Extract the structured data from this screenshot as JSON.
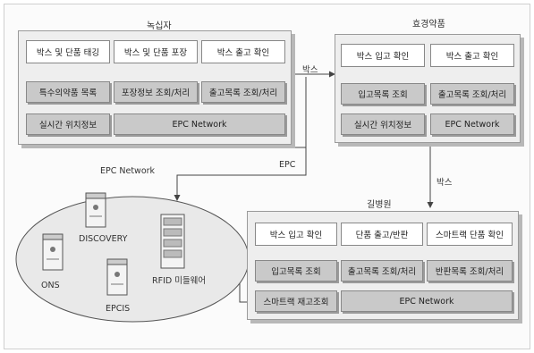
{
  "wholesaler": {
    "title": "녹십자",
    "row1": [
      "박스 및 단품 태깅",
      "박스 및 단품 포장",
      "박스 출고 확인"
    ],
    "row2": [
      "특수의약품 목록",
      "포장정보 조회/처리",
      "출고목록 조회/처리"
    ],
    "row3_left": "실시간 위치정보",
    "row3_right": "EPC Network"
  },
  "pharmacy": {
    "title": "효경약품",
    "row1": [
      "박스 입고 확인",
      "박스 출고 확인"
    ],
    "row2": [
      "입고목록 조회",
      "출고목록 조회/처리"
    ],
    "row3": [
      "실시간 위치정보",
      "EPC Network"
    ]
  },
  "hospital": {
    "title": "길병원",
    "row1": [
      "박스 입고 확인",
      "단품 출고/반판",
      "스마트랙 단품 확인"
    ],
    "row2": [
      "입고목록 조회",
      "출고목록 조회/처리",
      "반판목록 조회/처리"
    ],
    "row3_left": "스마트랙 재고조회",
    "row3_right": "EPC Network"
  },
  "network": {
    "title": "EPC Network",
    "nodes": [
      "DISCOVERY",
      "ONS",
      "EPCIS",
      "RFID 미들웨어"
    ]
  },
  "arrows": {
    "box_top": "박스",
    "epc": "EPC",
    "box_down": "박스"
  }
}
